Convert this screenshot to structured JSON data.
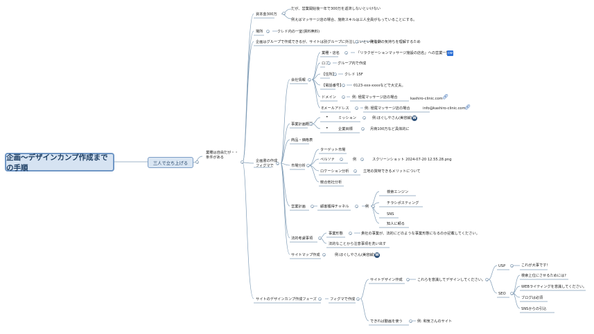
{
  "root": "企画〜デザインカンプ作成までの手順",
  "main": "三人で立ち上げる",
  "hub": "業種は自由だが・・\n条件がある",
  "capital": {
    "label": "資本金300万",
    "lines": [
      "だが、営業開始後一年で300万を返済しないといけない",
      "例えばマッサージ店の場合、施術スキルは三人全員がもっていることにする。"
    ]
  },
  "place": {
    "label": "場所",
    "value": "クレド内の一室(賃料無料)"
  },
  "planning": {
    "label": "企画はグループで作成できるが、サイトは別グループに外注しないといけない",
    "value": "発注側の気持ちを理解するため"
  },
  "document": {
    "label": "企画書の作成\nフィグマで",
    "company": {
      "label": "会社情報",
      "rows": [
        {
          "key": "業種・店名",
          "value": "「リラクゼーションマッサージ施設の店名」への営業一覧"
        },
        {
          "key": "ロゴ",
          "value": "グループ内で作成"
        },
        {
          "key": "【住所】",
          "value": "クレド 15F"
        },
        {
          "key": "【電話番号】",
          "value": "0123-xxx-xxxxなどで大丈夫。"
        },
        {
          "key": "ドメイン",
          "value": "例: 極尾マッサージ店の場合",
          "extra": "kashiro-clinic.com"
        },
        {
          "key": "Eメールアドレス",
          "value": "例: 極尾マッサージ店の場合",
          "extra": "info@kashiro-clinic.com"
        }
      ]
    },
    "business_plan": {
      "label": "事業計画概要",
      "items": [
        {
          "key": "ミッション",
          "value": "例:ほぐしやさん(美容鍼)"
        },
        {
          "key": "企業目標",
          "value": "月商100万など具体的に"
        }
      ]
    },
    "products": {
      "label": "商品・価格表"
    },
    "market": {
      "label": "市場分析",
      "items": [
        {
          "key": "ターゲット市場"
        },
        {
          "key": "ペルソナ",
          "mid": "例",
          "value": "スクリーンショット 2024-07-20 12.55.28.png"
        },
        {
          "key": "ロケーション分析",
          "value": "立地の質特できるメリットについて"
        },
        {
          "key": "競合他社分析"
        }
      ]
    },
    "sales": {
      "label": "営業計画",
      "channel": "顧客獲得チャネル",
      "mid": "例",
      "items": [
        "検索エンジン",
        "チラシポスティング",
        "SNS",
        "知人に頼る"
      ]
    },
    "legal": {
      "label": "法的考慮事項",
      "items": [
        {
          "key": "事業形態",
          "value": "貴社の事業が、法的にどのような事業形態になるのか記載してください。"
        },
        {
          "key": "法的なことから注意事項を洗い出す"
        }
      ]
    },
    "sitemap": {
      "label": "サイトマップ作成",
      "value": "例:ほぐしやさん(美容鍼)"
    }
  },
  "design_phase": {
    "label": "サイトのデザインカンプ作成フェーズ",
    "figma": "フィグマで作成",
    "site_design": {
      "label": "サイトデザイン作成",
      "note": "これらを意識してデザインしてください。",
      "usp": {
        "label": "USP",
        "value": "これが大事です!"
      },
      "seo": {
        "label": "SEO",
        "items": [
          "検索上位にさせるためには?",
          "WEBライティングを意識してください。",
          "ブログは必須",
          "SNSからの引込"
        ]
      }
    },
    "video": {
      "label": "できれば動画を使う",
      "value": "例: 和気さんのサイト"
    }
  },
  "icons": {
    "chat": "chatwork-icon",
    "wordpress": "wordpress-icon",
    "link": "link-icon",
    "collapse": "collapse-toggle-icon"
  },
  "colors": {
    "root_fill": "#d6e3f2",
    "root_border": "#6f96c5",
    "line": "#7f9cb6"
  }
}
